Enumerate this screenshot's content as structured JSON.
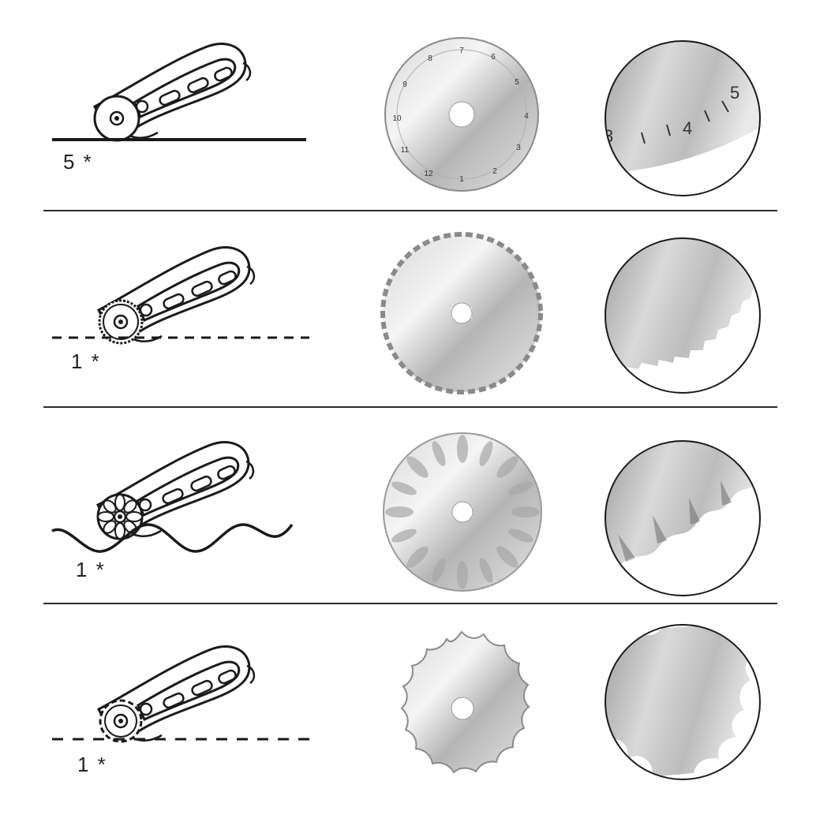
{
  "rows": [
    {
      "quantity": "5 *",
      "line_style": "solid",
      "blade_type": "straight",
      "blade_scale_numbers": [
        "1",
        "2",
        "3",
        "4",
        "5",
        "6",
        "7",
        "8",
        "9",
        "10",
        "11",
        "12"
      ],
      "zoom_numbers": [
        "3",
        "4",
        "5"
      ]
    },
    {
      "quantity": "1 *",
      "line_style": "dashed",
      "blade_type": "perforated"
    },
    {
      "quantity": "1 *",
      "line_style": "wave",
      "blade_type": "wave"
    },
    {
      "quantity": "1 *",
      "line_style": "dashed-long",
      "blade_type": "scallop"
    }
  ],
  "colors": {
    "line": "#1a1a1a",
    "steel_light": "#f2f2f2",
    "steel_dark": "#8e8e8e",
    "outline": "#222222"
  }
}
